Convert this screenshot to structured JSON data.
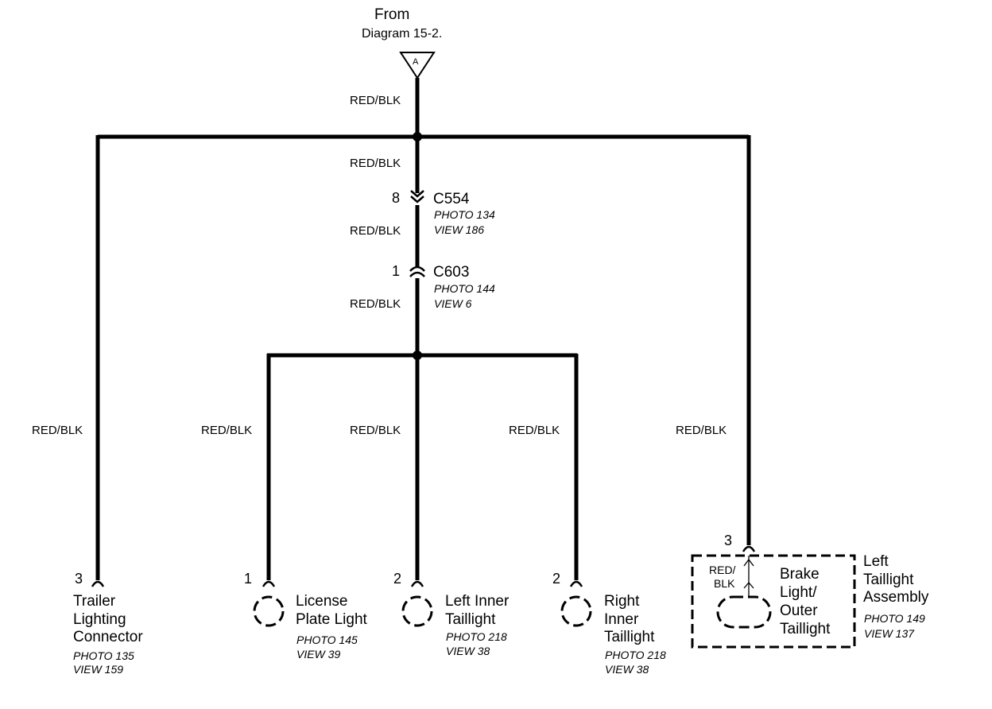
{
  "source": {
    "from_line1": "From",
    "from_line2": "Diagram 15-2.",
    "flag_letter": "A"
  },
  "wire_color": "RED/BLK",
  "connectors": [
    {
      "pin": "8",
      "id": "C554",
      "photo": "PHOTO 134",
      "view": "VIEW 186"
    },
    {
      "pin": "1",
      "id": "C603",
      "photo": "PHOTO 144",
      "view": "VIEW 6"
    }
  ],
  "components": {
    "trailer": {
      "pin": "3",
      "name": [
        "Trailer",
        "Lighting",
        "Connector"
      ],
      "photo": "PHOTO 135",
      "view": "VIEW 159"
    },
    "license": {
      "pin": "1",
      "name": [
        "License",
        "Plate Light"
      ],
      "photo": "PHOTO 145",
      "view": "VIEW 39"
    },
    "left_inner": {
      "pin": "2",
      "name": [
        "Left Inner",
        "Taillight"
      ],
      "photo": "PHOTO 218",
      "view": "VIEW 38"
    },
    "right_inner": {
      "pin": "2",
      "name": [
        "Right",
        "Inner",
        "Taillight"
      ],
      "photo": "PHOTO 218",
      "view": "VIEW 38"
    },
    "left_assembly": {
      "pin": "3",
      "name": [
        "Left",
        "Taillight",
        "Assembly"
      ],
      "photo": "PHOTO 149",
      "view": "VIEW 137",
      "inner_wire": [
        "RED/",
        "BLK"
      ],
      "bulb_name": [
        "Brake",
        "Light/",
        "Outer",
        "Taillight"
      ]
    }
  }
}
